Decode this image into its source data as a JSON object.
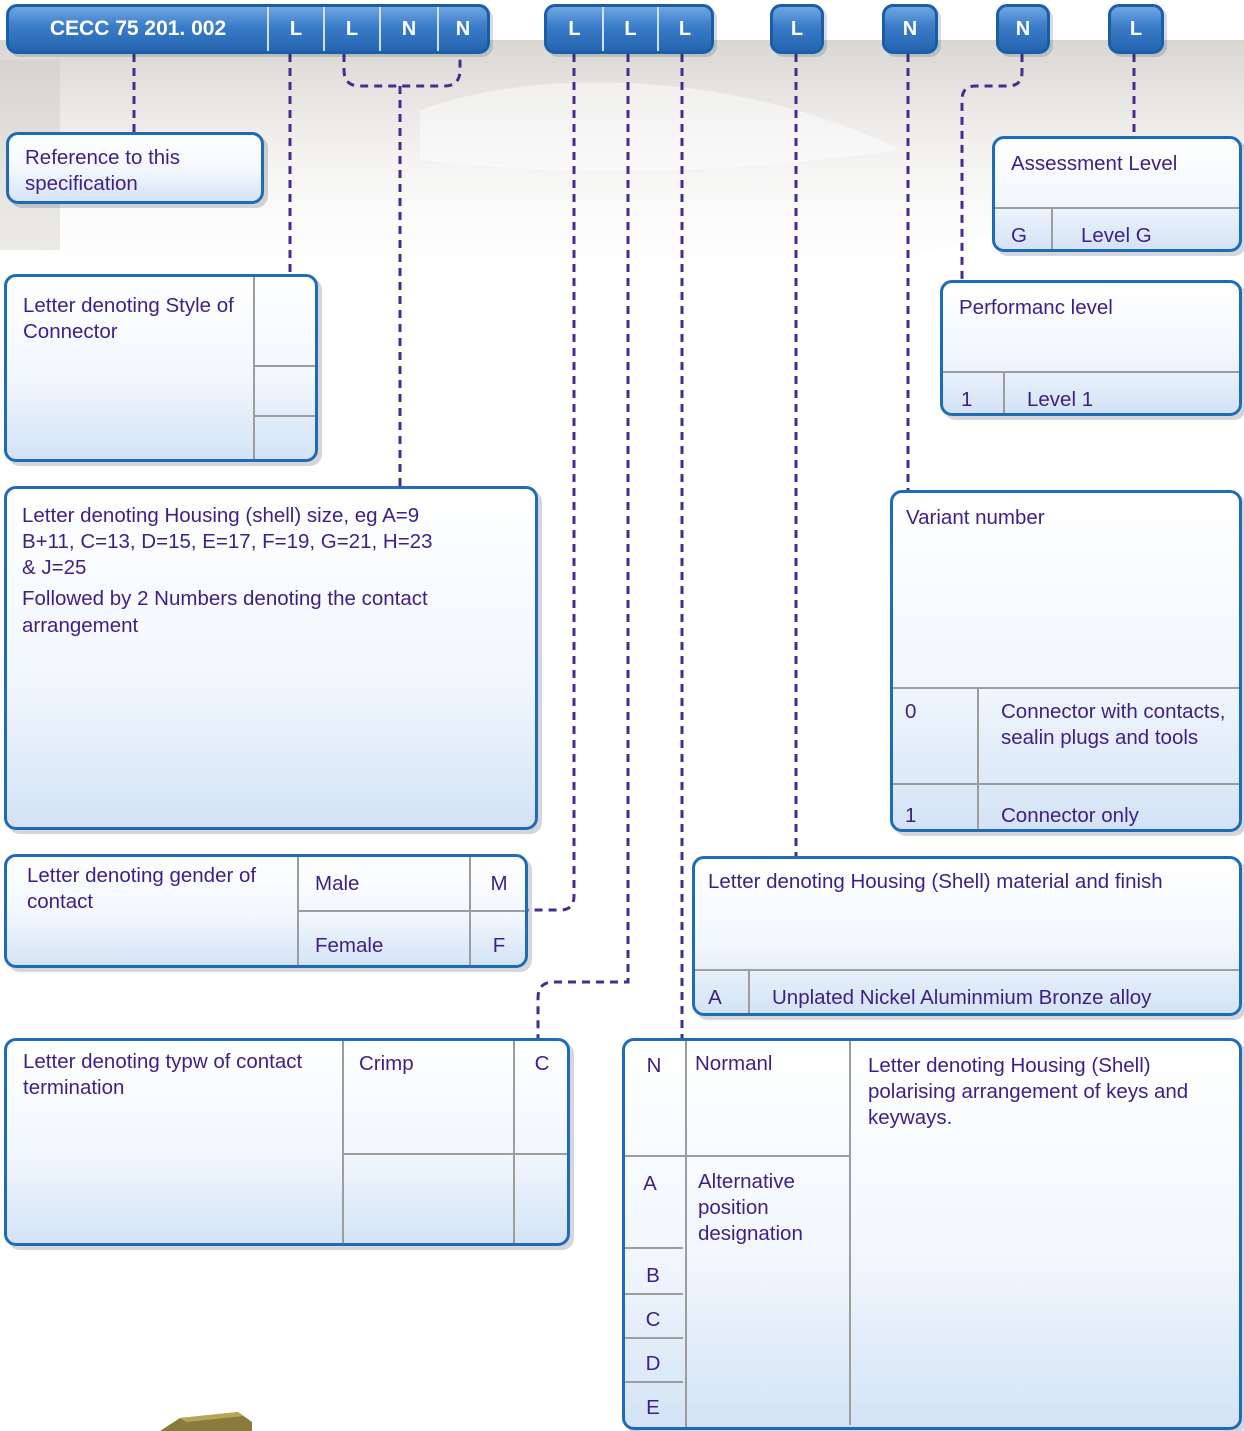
{
  "code_bar": {
    "reference": "CECC 75 201. 002",
    "group1": [
      "L",
      "L",
      "N",
      "N"
    ],
    "group2": [
      "L",
      "L",
      "L"
    ],
    "single1": "L",
    "single2": "N",
    "single3": "N",
    "single4": "L"
  },
  "reference_box": {
    "text": "Reference to this specification"
  },
  "style_box": {
    "text": "Letter denoting Style of Connector"
  },
  "housing_size_box": {
    "line1": "Letter denoting Housing (shell) size, eg A=9",
    "line2": "B+11, C=13, D=15,  E=17, F=19, G=21, H=23",
    "line3": "& J=25",
    "line4": "Followed by 2 Numbers denoting the contact",
    "line5": "arrangement"
  },
  "gender_box": {
    "label": "Letter denoting gender of contact",
    "rows": [
      {
        "name": "Male",
        "code": "M"
      },
      {
        "name": "Female",
        "code": "F"
      }
    ]
  },
  "termination_box": {
    "label": "Letter denoting typw of contact termination",
    "rows": [
      {
        "name": "Crimp",
        "code": "C"
      }
    ]
  },
  "polarising_box": {
    "label": "Letter denoting Housing (Shell) polarising arrangement of keys and keyways.",
    "normal_code": "N",
    "normal_label": "Normanl",
    "alt_codes": [
      "A",
      "B",
      "C",
      "D",
      "E"
    ],
    "alt_label": "Alternative position designation"
  },
  "material_box": {
    "label": "Letter denoting Housing (Shell) material and finish",
    "row_code": "A",
    "row_text": "Unplated Nickel Aluminmium Bronze alloy"
  },
  "variant_box": {
    "label": "Variant number",
    "rows": [
      {
        "code": "0",
        "text": "Connector with contacts, sealin plugs and tools"
      },
      {
        "code": "1",
        "text": "Connector only"
      }
    ]
  },
  "performance_box": {
    "label": "Performanc level",
    "row_code": "1",
    "row_text": "Level 1"
  },
  "assessment_box": {
    "label": "Assessment Level",
    "row_code": "G",
    "row_text": "Level G"
  },
  "colors": {
    "code_bar": "#2e72c0",
    "box_border": "#1e6bb8",
    "text": "#3f1f86",
    "connector_line": "#4a2a8c"
  }
}
